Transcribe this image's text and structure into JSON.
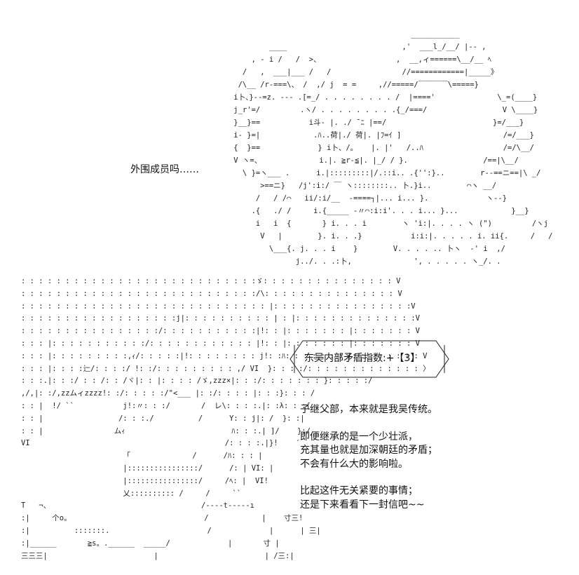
{
  "caption_outer": "外围成员吗……",
  "speech": {
    "label": "东吴内部矛盾指数:",
    "value": "+【3】"
  },
  "narration": {
    "para1": [
      "子继父部，本来就是我吴传统。"
    ],
    "para2": [
      "即便继承的是一个少壮派，",
      "充其量也就是加深朝廷的矛盾；",
      "不会有什么大的影响啦。"
    ],
    "para3": [
      "比起这件无关紧要的事情；",
      "还是下来看看下一封信吧~~"
    ]
  },
  "ascii_art": {
    "bear": [
      "                                            ___________",
      "            ____                          ,'  ___l_/__/ |-- ,",
      "        , - i /   /  >、                 ,  __,ィ======\\__/__ ﾍ",
      "      /   ,  ___|___ /   /                //============|_____》",
      "     /\\__ /r-===\\、 /  ,/ j  = =     ,//=====/￣￣￣￣\\=====}",
      "    i卜、}--=z. --- .[=_/ . . . . . . . . /  |===='              \\_=(____}",
      "    j_r'=/         .ヽ/ . . . . . . . . .{_/===/                 V \\____}",
      "    }__}==           i斗‐ |. ./ ̄ ﾆ |==/                        }=/___}",
      "    i- }=|            .ﾊ..荷|./ 荷|. |ﾌ=ｲ ]                       /=/___}",
      "    {  }==             } i卜、/。   |. |'   /..ﾊ                  /=/\\__/",
      "    V ヽ=、             i.|. ≧r-≦|. |_/ / }.                 /==|\\__/",
      "      \\ }=ヽ___ .      i.|:::::::::|/.::i.. .{'':}..        r--==ニ==|\\ _/",
      "          >==ニ}   /j':i:/ ￣ ヽ::::::::.. 卜.}i..        ⌒ヽ __/",
      "         /   / /⌒   ii/:i/__  -====┐|... i... }.             ヽ--}",
      "        .{   ./ /     i.{_____ -〃⌒:i:i'. . . i... }...            }__}",
      "         i   i  {       } i. . . i        ヽ 'i:|. . . . ヽ (\")         /ヽj",
      "          V   |        }. i. . .}           i:i:|. . . . . i. ii{.     /   /",
      "            \\___{. j. . . i    }        V. . . . .. 卜ヽ  ‐' i  ,/",
      "                  j../. . .:卜,              ', . . . . . ヽ_/. ."
    ],
    "dotted": [
      ": : : : : : : : : : : : : : : : : : : : : : : : : : :ゞ: : : : : : : : : : : : : : : V",
      ": : : : : : : : : : : : : : : : : : : : : : : : : : :/\\: : : : : : : : : : : : : : : V",
      ": : : : : : : : : : : : : : : : : : : : : : : : : : : : |: : : : : : : : : : : : : : : :V",
      ": : : : : : : : : : : : : : : : : :j|: : : : : : : : : : | : |: : : : : : : : : : : : : :V",
      ": : : : : : : : : : : : : : : :/: : : : : : : : : : :|!: : |: : : : : : : |: : : : : : : V",
      ": : : |: : : : : : : : : : :/: : : : : : : : : : : : |!: : |: : : : : : : |: : : : : : : V",
      ": : : |: : : : : : : : :,ｨ/: : : : :|!: : : : : : : : j!: :ﾊ: : : : : : : |: : : : : : : : V",
      ": : : |: : : :辷/: : : :/ !: :/: : : : : : : : : ,/ VI  }: : : :/: : : : : : : : : : : : : 〉",
      ": : :.|: : :/ : : /: : /ヾ|: : |: : : : /ゞ,zzz×|: : :/: : : : : : : }: : : : :/",
      ",/,|: :/,zzムィzzzz!: :/: : : : :/\"<___ |: :/: : : : |: : :}: : : /",
      ": : |  !/ ``           j!:〃: : :/       /  レ\\: : : :.|: :λ: : :{",
      ": : |                 /: : :./          /      Y: : j|: /  }: :|",
      ": : |                ムｨ                        ﾊ: : :.| ]/    }:/",
      "VI                                            /: : : :.|}!    ′",
      "                       「              /      /ﾊ: : : |",
      "                       |::::::::::::::::/      /: | VI: |",
      "                       |::::::::::::::::/     /ﾍ: |  VI!",
      "                       乂:::::::::: /     /     ``",
      "T   ¬、                                  /----t-----ı",
      ":|     个o。                              /            |    寸三!",
      ":|          :::::::.                      /             |      | 三|",
      ":|______       ≧s。.______  _____/             |       寸 |",
      "三三三|                        |                        | /三:|"
    ]
  }
}
